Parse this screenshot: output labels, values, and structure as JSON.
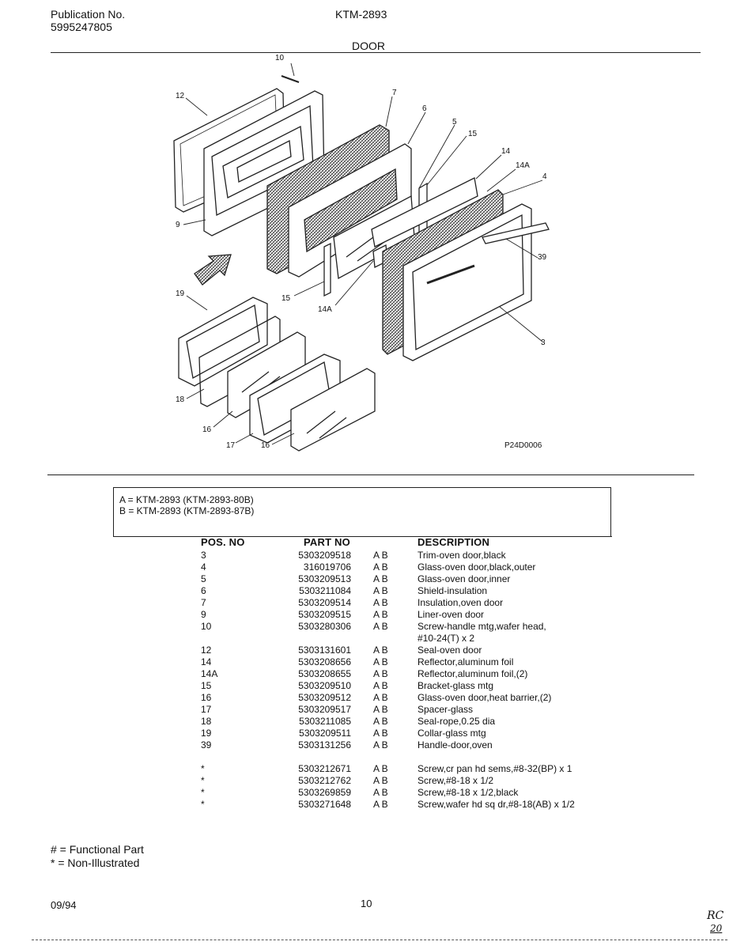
{
  "header": {
    "publication_label": "Publication No.",
    "publication_number": "5995247805",
    "model": "KTM-2893",
    "section": "DOOR"
  },
  "diagram": {
    "drawing_code": "P24D0006",
    "callouts": [
      "10",
      "12",
      "7",
      "6",
      "5",
      "15",
      "14",
      "14A",
      "4",
      "9",
      "39",
      "19",
      "15",
      "14A",
      "3",
      "18",
      "16",
      "17",
      "16"
    ]
  },
  "legend": [
    {
      "text": "A  =  KTM-2893 (KTM-2893-80B)"
    },
    {
      "text": "B  =  KTM-2893 (KTM-2893-87B)"
    }
  ],
  "table": {
    "headers": {
      "pos": "POS. NO",
      "part": "PART NO",
      "desc": "DESCRIPTION"
    },
    "rows": [
      {
        "pos": "3",
        "part": "5303209518",
        "models": "A  B",
        "desc": "Trim-oven door,black"
      },
      {
        "pos": "4",
        "part": "316019706",
        "models": "A  B",
        "desc": "Glass-oven door,black,outer"
      },
      {
        "pos": "5",
        "part": "5303209513",
        "models": "A  B",
        "desc": "Glass-oven door,inner"
      },
      {
        "pos": "6",
        "part": "5303211084",
        "models": "A  B",
        "desc": "Shield-insulation"
      },
      {
        "pos": "7",
        "part": "5303209514",
        "models": "A  B",
        "desc": "Insulation,oven door"
      },
      {
        "pos": "9",
        "part": "5303209515",
        "models": "A  B",
        "desc": "Liner-oven door"
      },
      {
        "pos": "10",
        "part": "5303280306",
        "models": "A  B",
        "desc": "Screw-handle mtg,wafer head,"
      },
      {
        "pos": "",
        "part": "",
        "models": "",
        "desc": "#10-24(T) x 2"
      },
      {
        "pos": "12",
        "part": "5303131601",
        "models": "A  B",
        "desc": "Seal-oven door"
      },
      {
        "pos": "14",
        "part": "5303208656",
        "models": "A  B",
        "desc": "Reflector,aluminum foil"
      },
      {
        "pos": "14A",
        "part": "5303208655",
        "models": "A  B",
        "desc": "Reflector,aluminum foil,(2)"
      },
      {
        "pos": "15",
        "part": "5303209510",
        "models": "A  B",
        "desc": "Bracket-glass mtg"
      },
      {
        "pos": "16",
        "part": "5303209512",
        "models": "A  B",
        "desc": "Glass-oven door,heat barrier,(2)"
      },
      {
        "pos": "17",
        "part": "5303209517",
        "models": "A  B",
        "desc": "Spacer-glass"
      },
      {
        "pos": "18",
        "part": "5303211085",
        "models": "A  B",
        "desc": "Seal-rope,0.25 dia"
      },
      {
        "pos": "19",
        "part": "5303209511",
        "models": "A  B",
        "desc": "Collar-glass mtg"
      },
      {
        "pos": "39",
        "part": "5303131256",
        "models": "A  B",
        "desc": "Handle-door,oven"
      },
      {
        "pos": "",
        "part": "",
        "models": "",
        "desc": ""
      },
      {
        "pos": "*",
        "part": "5303212671",
        "models": "A  B",
        "desc": "Screw,cr pan hd sems,#8-32(BP) x 1"
      },
      {
        "pos": "*",
        "part": "5303212762",
        "models": "A  B",
        "desc": "Screw,#8-18 x 1/2"
      },
      {
        "pos": "*",
        "part": "5303269859",
        "models": "A  B",
        "desc": "Screw,#8-18 x 1/2,black"
      },
      {
        "pos": "*",
        "part": "5303271648",
        "models": "A  B",
        "desc": "Screw,wafer hd sq dr,#8-18(AB) x 1/2"
      }
    ]
  },
  "notes": [
    {
      "text": "# = Functional Part"
    },
    {
      "text": "* = Non-Illustrated"
    }
  ],
  "footer": {
    "date": "09/94",
    "page": "10",
    "initials": "RC",
    "initials_number": "20"
  }
}
